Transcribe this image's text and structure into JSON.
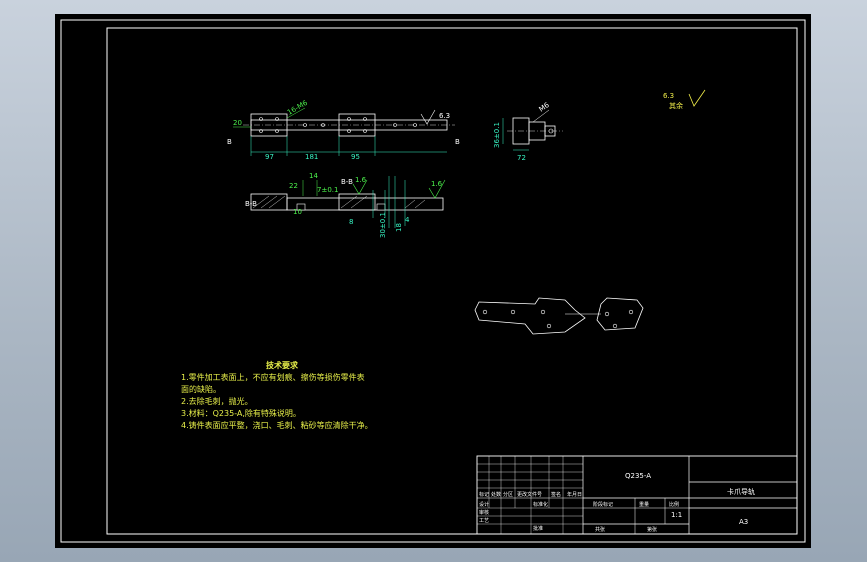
{
  "title_block": {
    "material": "Q235-A",
    "part_name": "卡爪导轨",
    "sheet_size": "A3",
    "scale": "1:1",
    "cells": {
      "mark": "标记",
      "count": "处数",
      "zone": "分区",
      "change_doc": "更改文件号",
      "signature": "签名",
      "date": "年月日",
      "design": "设计",
      "standardize": "标准化",
      "review": "审核",
      "process": "工艺",
      "approve": "批准",
      "stage_mark": "阶段标记",
      "weight": "重量",
      "scale_label": "比例",
      "total": "共张",
      "sheet": "第张"
    }
  },
  "tech_requirements": {
    "title": "技术要求",
    "items": [
      "1.零件加工表面上，不应有划痕、擦伤等损伤零件表",
      "   面的缺陷。",
      "2.去除毛刺，抛光。",
      "3.材料：Q235-A,除有特殊说明。",
      "4.铸件表面应平整，浇口、毛刺、粘砂等应清除干净。"
    ]
  },
  "annotations": {
    "rest_roughness": "6.3",
    "rest_label": "其余",
    "top_view": {
      "d20": "20",
      "d97": "97",
      "d181": "181",
      "d95": "95",
      "hole": "16-M6",
      "section_b_left": "B",
      "section_b_right": "B",
      "rough": "6.3"
    },
    "front_view": {
      "d14": "14",
      "d22": "22",
      "d7": "7±0.1",
      "d10": "10",
      "d8": "8",
      "d30": "30±0.1",
      "d18": "18",
      "d4": "4",
      "section": "B-B",
      "rough1": "1.6",
      "rough2": "1.6"
    },
    "side_view": {
      "d72": "72",
      "d36": "36±0.1",
      "mark": "M6"
    }
  },
  "colors": {
    "background": "#000000",
    "outline": "#ffffff",
    "dimension": "#38f6c5",
    "leader": "#4cf24c",
    "text": "#f2ee4a"
  }
}
